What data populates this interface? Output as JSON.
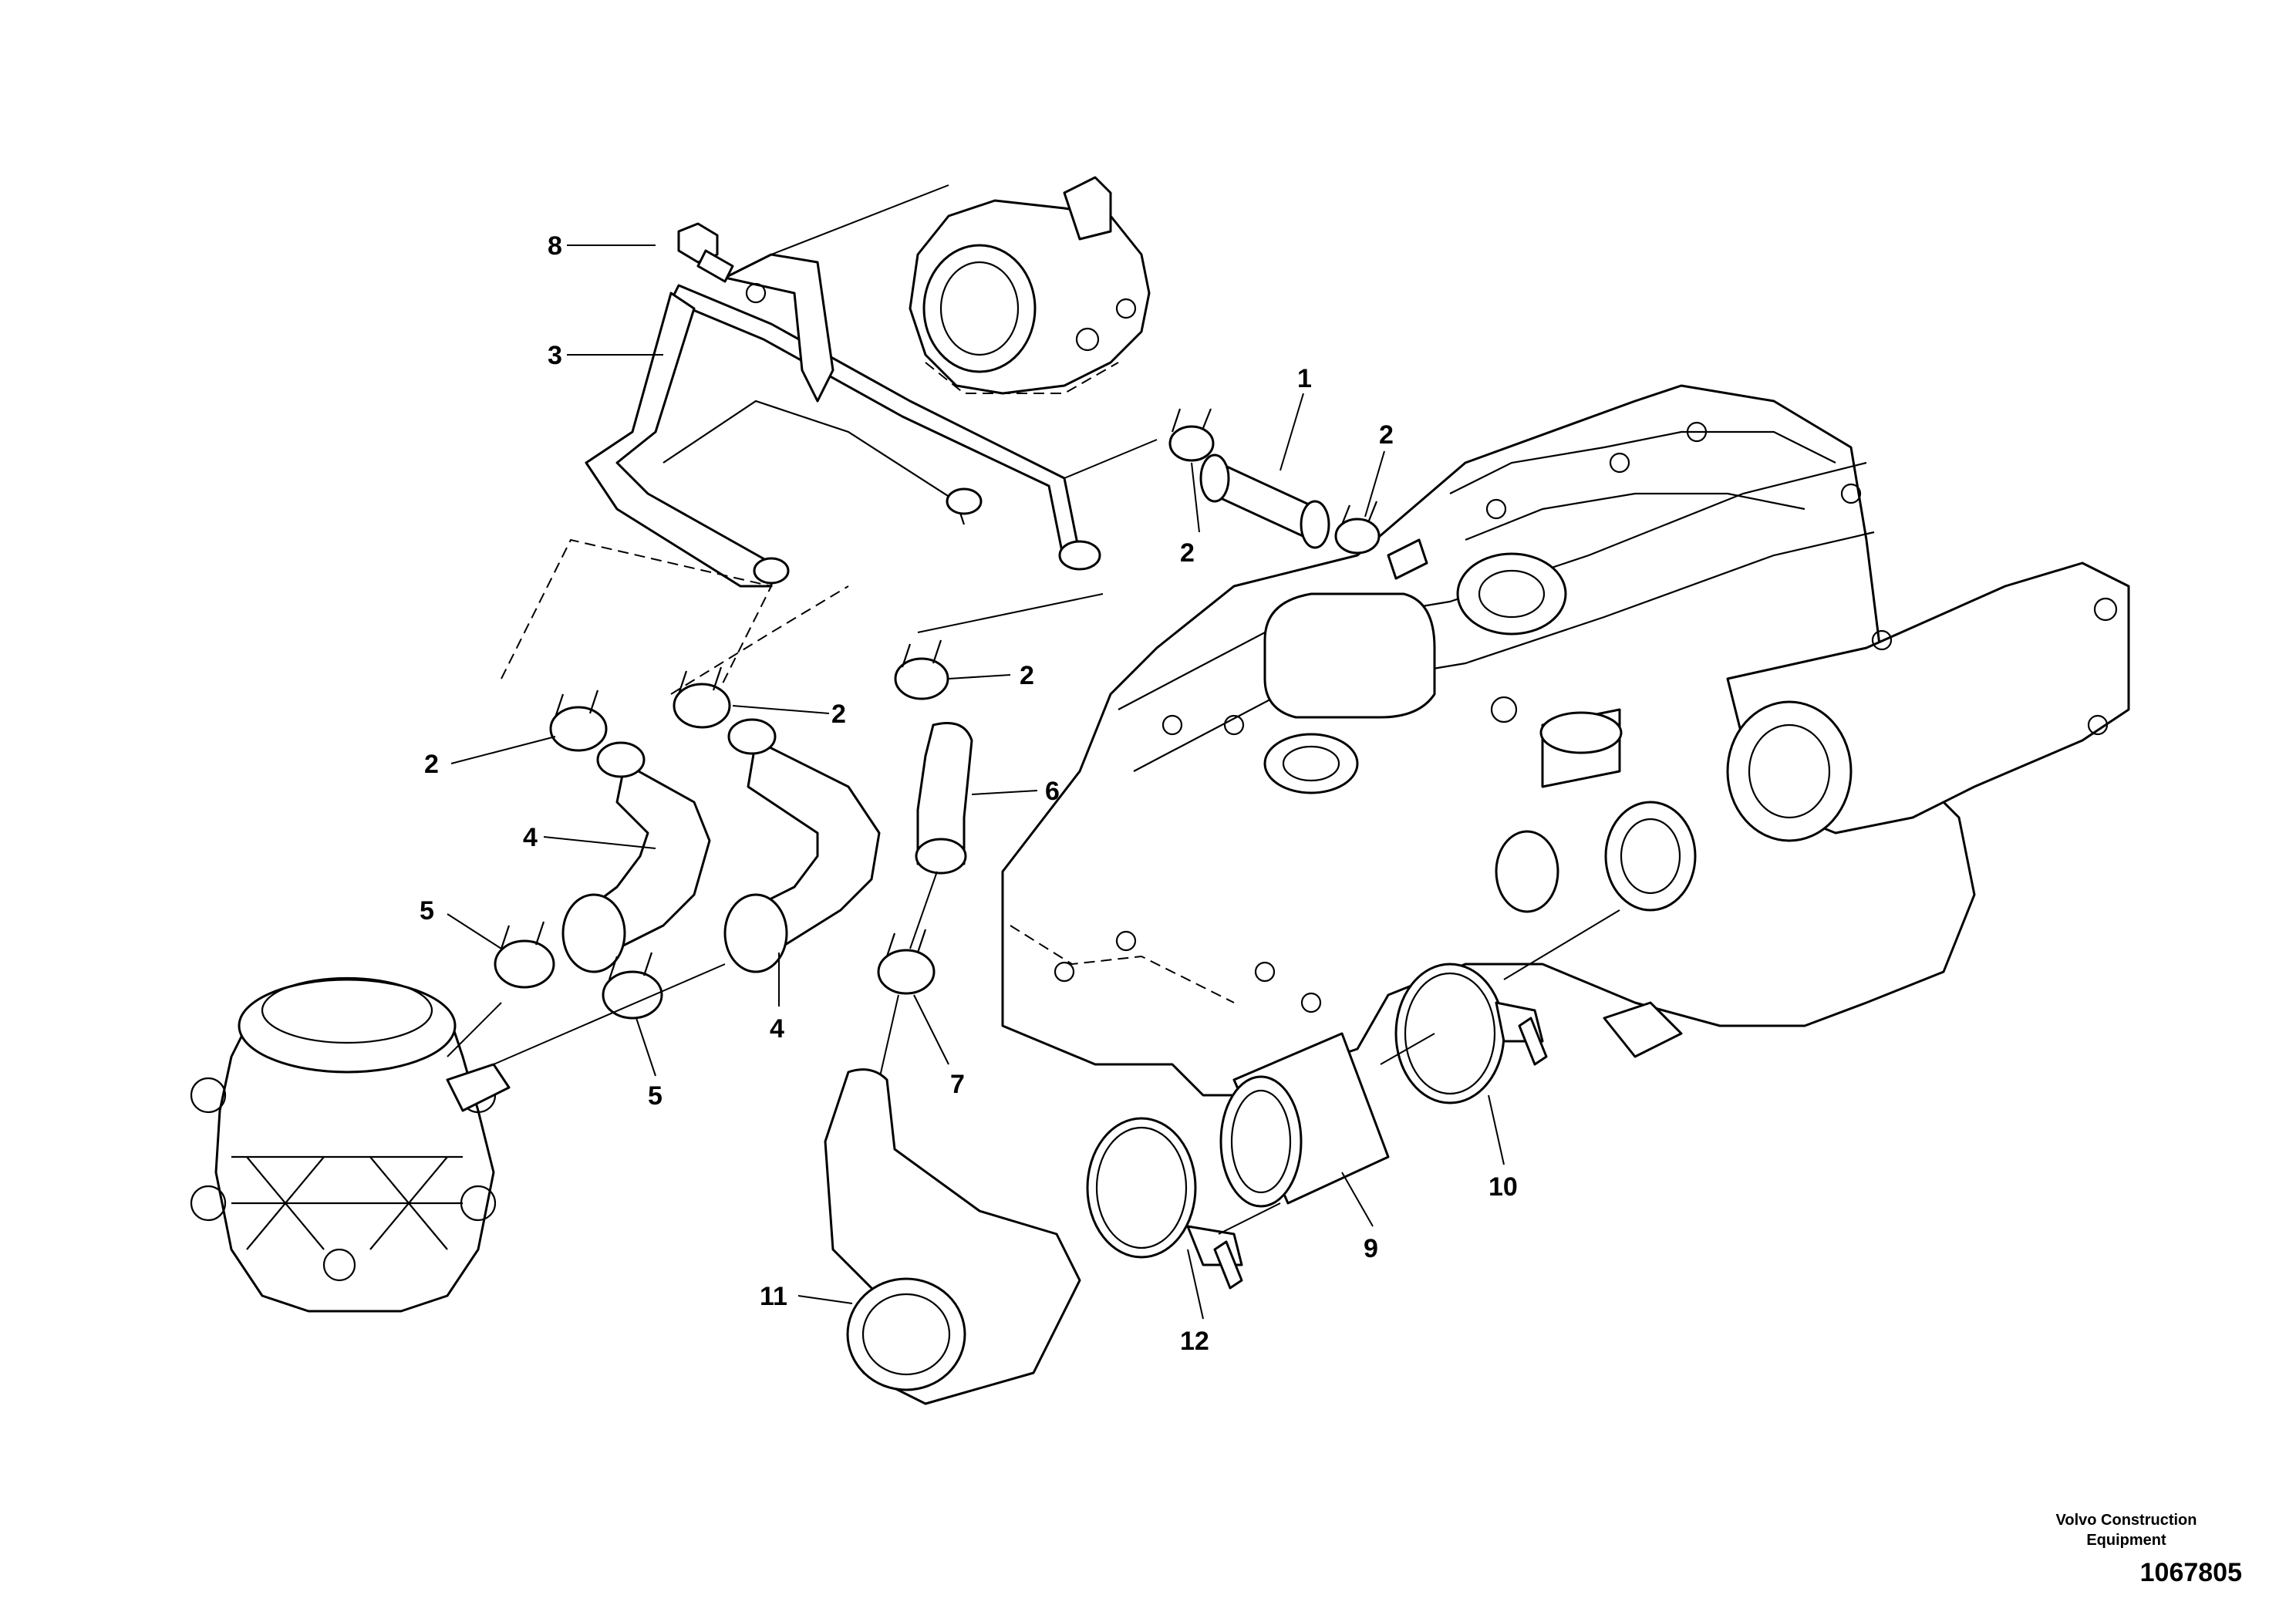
{
  "callouts": [
    {
      "id": "c1",
      "label": "1"
    },
    {
      "id": "c2a",
      "label": "2"
    },
    {
      "id": "c2b",
      "label": "2"
    },
    {
      "id": "c2c",
      "label": "2"
    },
    {
      "id": "c2d",
      "label": "2"
    },
    {
      "id": "c2e",
      "label": "2"
    },
    {
      "id": "c3",
      "label": "3"
    },
    {
      "id": "c4a",
      "label": "4"
    },
    {
      "id": "c4b",
      "label": "4"
    },
    {
      "id": "c5a",
      "label": "5"
    },
    {
      "id": "c5b",
      "label": "5"
    },
    {
      "id": "c6",
      "label": "6"
    },
    {
      "id": "c7",
      "label": "7"
    },
    {
      "id": "c8",
      "label": "8"
    },
    {
      "id": "c9",
      "label": "9"
    },
    {
      "id": "c10",
      "label": "10"
    },
    {
      "id": "c11",
      "label": "11"
    },
    {
      "id": "c12",
      "label": "12"
    }
  ],
  "credit": {
    "line1": "Volvo Construction",
    "line2": "Equipment",
    "drawing_number": "1067805"
  }
}
